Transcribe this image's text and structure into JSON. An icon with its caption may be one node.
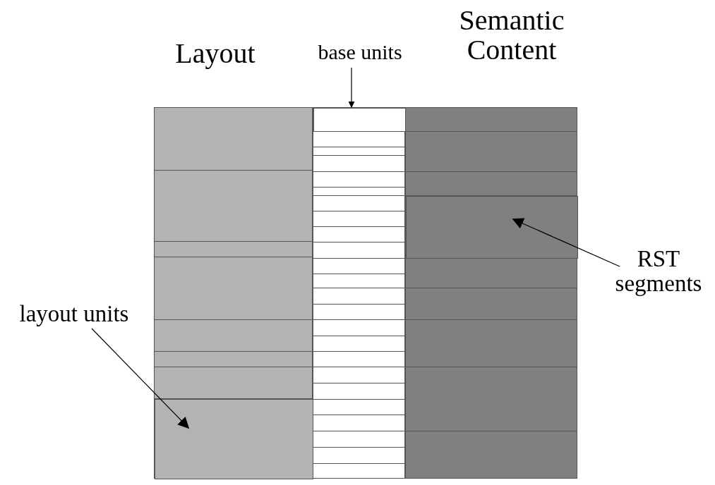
{
  "diagram": {
    "nodes": [
      {
        "text": [
          "layout units"
        ]
      },
      {
        "text": [],
        "shape": "box"
      },
      {
        "text": [],
        "shape": "box",
        "in": 1
      },
      {
        "text": [
          "base units"
        ]
      },
      {
        "text": [],
        "shape": "box"
      },
      {
        "text": [],
        "shape": "box",
        "in": 4
      },
      {
        "text": [
          "RST segments"
        ]
      },
      {
        "text": [],
        "shape": "box"
      },
      {
        "text": [],
        "shape": "box",
        "in": 7
      }
    ],
    "edges": [
      {
        "from": 0,
        "to": 2,
        "arrow": "to"
      },
      {
        "from": 3,
        "to": 5,
        "arrow": "to"
      },
      {
        "from": 6,
        "to": 8,
        "arrow": "to"
      }
    ],
    "labels": [
      "Layout",
      "Semantic Content"
    ]
  }
}
